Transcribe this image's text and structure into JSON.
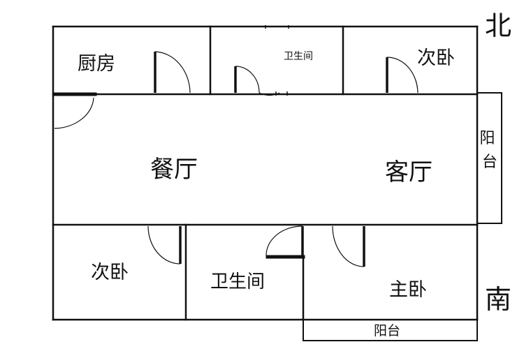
{
  "compass": {
    "north": "北",
    "south": "南"
  },
  "rooms": {
    "kitchen": "厨房",
    "bathroom_top": "卫生间",
    "bedroom_top_right": "次卧",
    "dining": "餐厅",
    "living": "客厅",
    "balcony_right": "阳台",
    "bedroom_bottom_left": "次卧",
    "bathroom_bottom": "卫生间",
    "master_bedroom": "主卧",
    "balcony_bottom": "阳台"
  },
  "colors": {
    "wall": "#111111",
    "background": "#ffffff"
  }
}
